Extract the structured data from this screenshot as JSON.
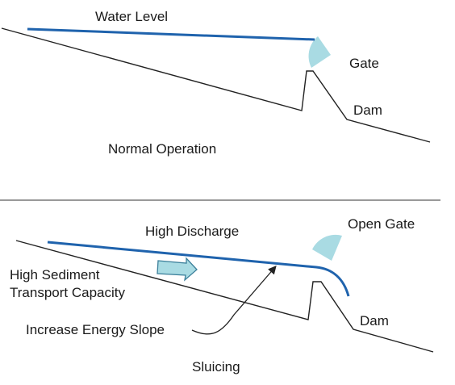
{
  "colors": {
    "water": "#1f63ad",
    "gate": "#a9dbe3",
    "ground": "#222222",
    "arrow_fill": "#a9dbe3",
    "arrow_stroke": "#3b7f9a"
  },
  "top_panel": {
    "water_label": "Water Level",
    "gate_label": "Gate",
    "dam_label": "Dam",
    "caption": "Normal Operation"
  },
  "bottom_panel": {
    "discharge_label": "High Discharge",
    "open_gate_label": "Open Gate",
    "sediment_label_line1": "High Sediment",
    "sediment_label_line2": "Transport Capacity",
    "energy_label": "Increase Energy Slope",
    "dam_label": "Dam",
    "caption": "Sluicing"
  }
}
